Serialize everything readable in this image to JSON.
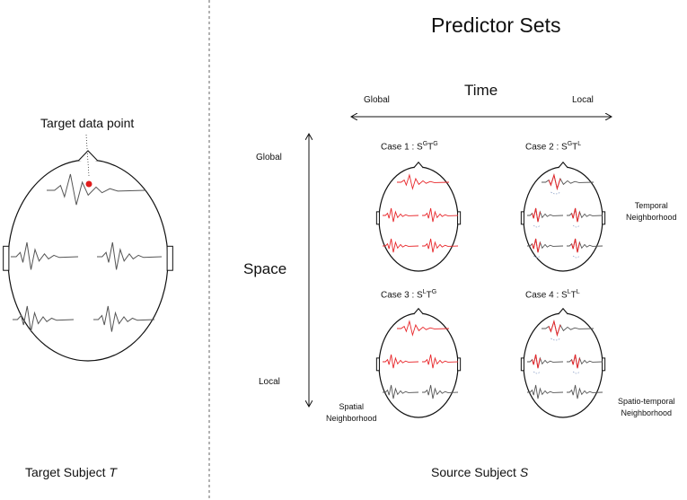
{
  "title": "Predictor Sets",
  "target_label": "Target data point",
  "target_subject": {
    "prefix": "Target Subject ",
    "var": "T"
  },
  "source_subject": {
    "prefix": "Source Subject ",
    "var": "S"
  },
  "time_axis": {
    "label": "Time",
    "left": "Global",
    "right": "Local"
  },
  "space_axis": {
    "label": "Space",
    "top": "Global",
    "bottom": "Local"
  },
  "cases": [
    {
      "label": "Case 1 : ",
      "s_sup": "G",
      "t_sup": "G"
    },
    {
      "label": "Case 2 : ",
      "s_sup": "G",
      "t_sup": "L"
    },
    {
      "label": "Case 3 : ",
      "s_sup": "L",
      "t_sup": "G"
    },
    {
      "label": "Case 4 : ",
      "s_sup": "L",
      "t_sup": "L"
    }
  ],
  "neighborhoods": {
    "temporal": [
      "Temporal",
      "Neighborhood"
    ],
    "spatial": [
      "Spatial",
      "Neighborhood"
    ],
    "spatio_temporal": [
      "Spatio-temporal",
      "Neighborhood"
    ]
  },
  "colors": {
    "highlight": "#e8262a",
    "signal": "#555555",
    "divider": "#666666",
    "head": "#111111",
    "marker": "#e01b1b",
    "window": "#8fa3c8"
  }
}
